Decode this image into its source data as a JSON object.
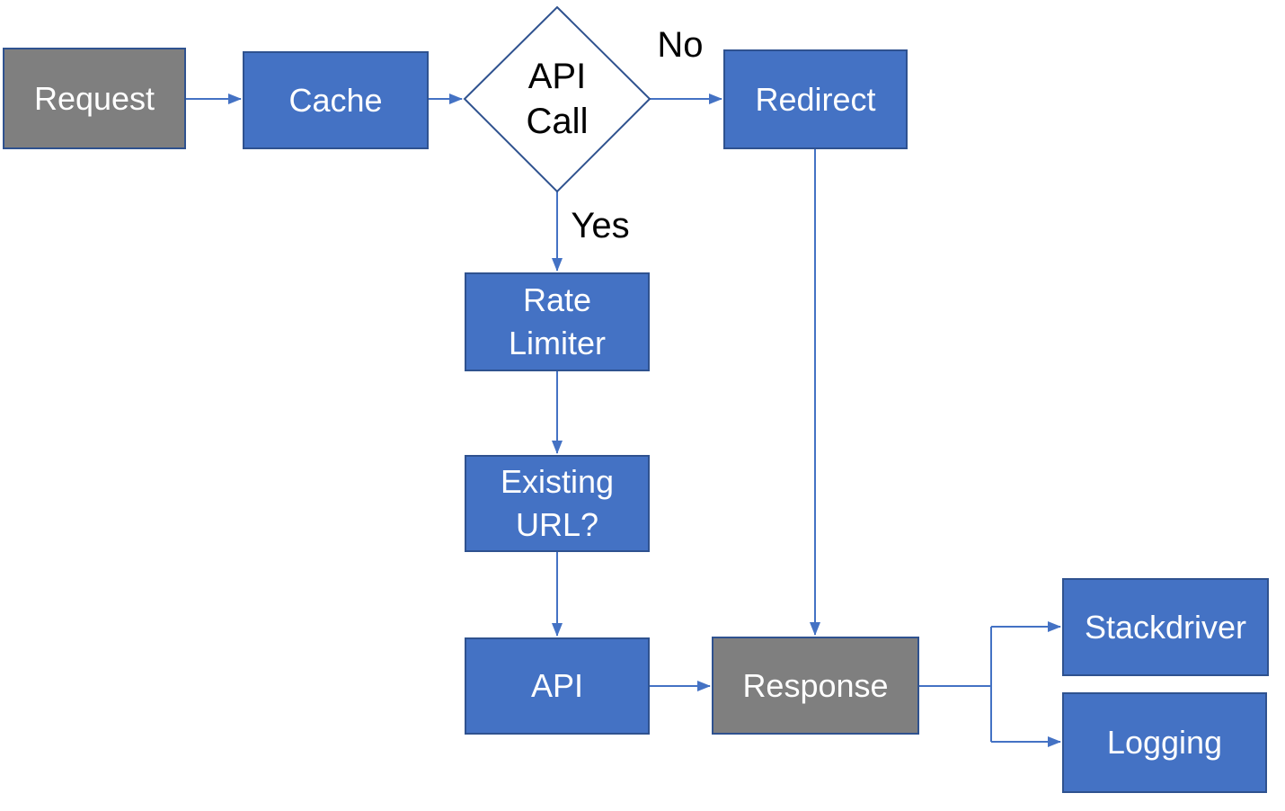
{
  "diagram": {
    "type": "flowchart",
    "nodes": {
      "request": {
        "label": "Request",
        "shape": "rectangle",
        "style": "terminal"
      },
      "cache": {
        "label": "Cache",
        "shape": "rectangle",
        "style": "process"
      },
      "api_call": {
        "label": "API Call",
        "shape": "diamond",
        "style": "decision"
      },
      "redirect": {
        "label": "Redirect",
        "shape": "rectangle",
        "style": "process"
      },
      "rate_limiter": {
        "label": "Rate Limiter",
        "shape": "rectangle",
        "style": "process"
      },
      "existing_url": {
        "label": "Existing URL?",
        "shape": "rectangle",
        "style": "process"
      },
      "api": {
        "label": "API",
        "shape": "rectangle",
        "style": "process"
      },
      "response": {
        "label": "Response",
        "shape": "rectangle",
        "style": "terminal"
      },
      "stackdriver": {
        "label": "Stackdriver",
        "shape": "rectangle",
        "style": "process"
      },
      "logging": {
        "label": "Logging",
        "shape": "rectangle",
        "style": "process"
      }
    },
    "edges": [
      {
        "from": "request",
        "to": "cache",
        "label": ""
      },
      {
        "from": "cache",
        "to": "api_call",
        "label": ""
      },
      {
        "from": "api_call",
        "to": "redirect",
        "label": "No"
      },
      {
        "from": "api_call",
        "to": "rate_limiter",
        "label": "Yes"
      },
      {
        "from": "rate_limiter",
        "to": "existing_url",
        "label": ""
      },
      {
        "from": "existing_url",
        "to": "api",
        "label": ""
      },
      {
        "from": "api",
        "to": "response",
        "label": ""
      },
      {
        "from": "redirect",
        "to": "response",
        "label": ""
      },
      {
        "from": "response",
        "to": "stackdriver",
        "label": ""
      },
      {
        "from": "response",
        "to": "logging",
        "label": ""
      }
    ]
  },
  "colors": {
    "process_fill": "#4472C4",
    "terminal_fill": "#7F7F7F",
    "border": "#2F528F",
    "connector": "#4472C4",
    "decision_fill": "#FFFFFF",
    "text_light": "#FFFFFF",
    "text_dark": "#000000"
  }
}
